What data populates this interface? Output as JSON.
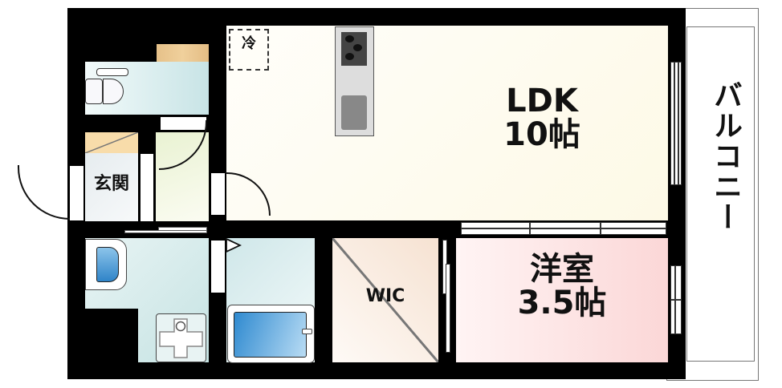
{
  "floorplan": {
    "rooms": {
      "ldk": {
        "name": "LDK",
        "size": "10帖"
      },
      "western": {
        "name": "洋室",
        "size": "3.5帖"
      },
      "wic": {
        "name": "WIC"
      },
      "entrance": {
        "name": "玄関"
      },
      "balcony": {
        "name": "バルコニー"
      },
      "fridge": {
        "name": "冷"
      }
    },
    "colors": {
      "wall": "#000000",
      "ldk": "#fffdf3",
      "western": "#fbd9d9",
      "wic": "#f7e4d6",
      "wet": "#cfe8ea",
      "hall": "#eef4d9",
      "wood": "#e8c48c",
      "shoe": "#f7dcaa"
    }
  }
}
